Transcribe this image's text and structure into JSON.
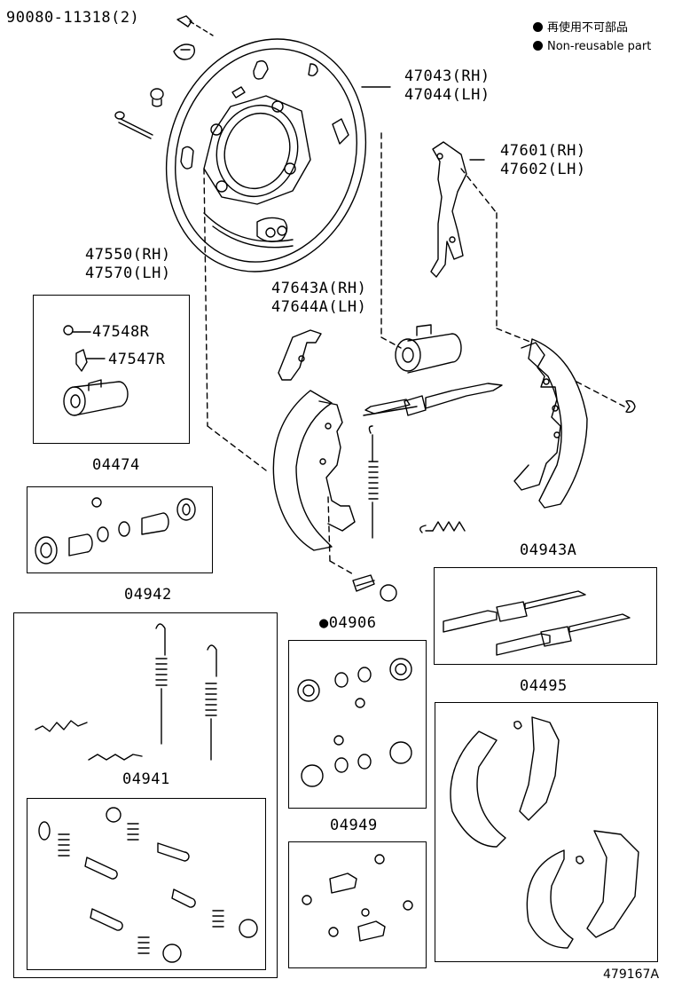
{
  "legend": {
    "line1": "再使用不可部品",
    "line2": "Non-reusable part"
  },
  "parts": {
    "bolt": "90080-11318(2)",
    "plate_rh": "47043(RH)",
    "plate_lh": "47044(LH)",
    "lever_rh": "47601(RH)",
    "lever_lh": "47602(LH)",
    "cyl_rh": "47550(RH)",
    "cyl_lh": "47570(LH)",
    "cap": "47548R",
    "bleeder": "47547R",
    "strut_rh": "47643A(RH)",
    "strut_lh": "47644A(LH)",
    "cup_kit": "04474",
    "adjust_kit": "04943A",
    "spring_kit": "04942",
    "repair_kit": "04906",
    "repair_kit_mark": "●",
    "hold_kit": "04941",
    "boot_kit": "04949",
    "shoe_kit": "04495"
  },
  "figure_id": "479167A"
}
